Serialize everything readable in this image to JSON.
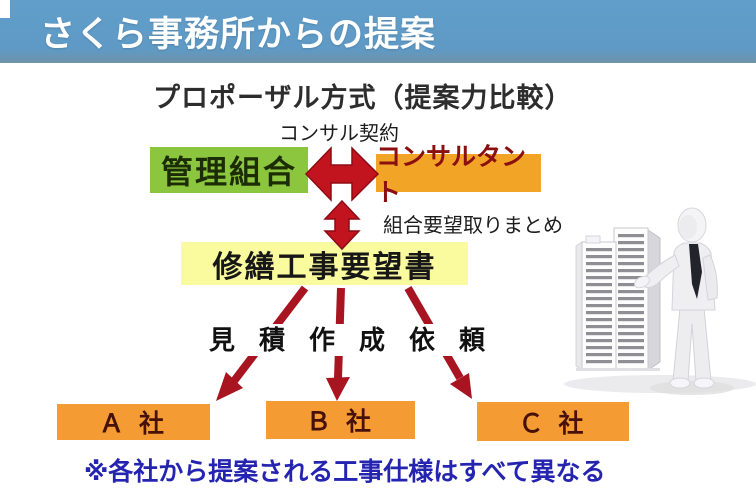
{
  "slide": {
    "title": "さくら事務所からの提案",
    "subtitle": "プロポーザル方式（提案力比較）"
  },
  "diagram": {
    "contract_label": "コンサル契約",
    "management_box": "管理組合",
    "consultant_box": "コンサルタント",
    "summary_label": "組合要望取りまとめ",
    "request_doc_box": "修繕工事要望書",
    "estimate_label": "見積作成依頼",
    "companies": [
      "Ａ 社",
      "Ｂ 社",
      "Ｃ 社"
    ],
    "note": "※各社から提案される工事仕様はすべて異なる"
  },
  "icons": {
    "building": "building-icon",
    "person": "presenter-person-icon"
  },
  "colors": {
    "header_bg": "#5D9AC6",
    "management_green": "#8CC63F",
    "consultant_gold": "#F1A426",
    "consultant_text": "#8B0F0F",
    "request_yellow": "#FAFA9E",
    "company_orange": "#F49C33",
    "company_text": "#471109",
    "note_blue": "#2424B0",
    "arrow_red": "#C2141E",
    "arrow_dark_red": "#A81420"
  }
}
